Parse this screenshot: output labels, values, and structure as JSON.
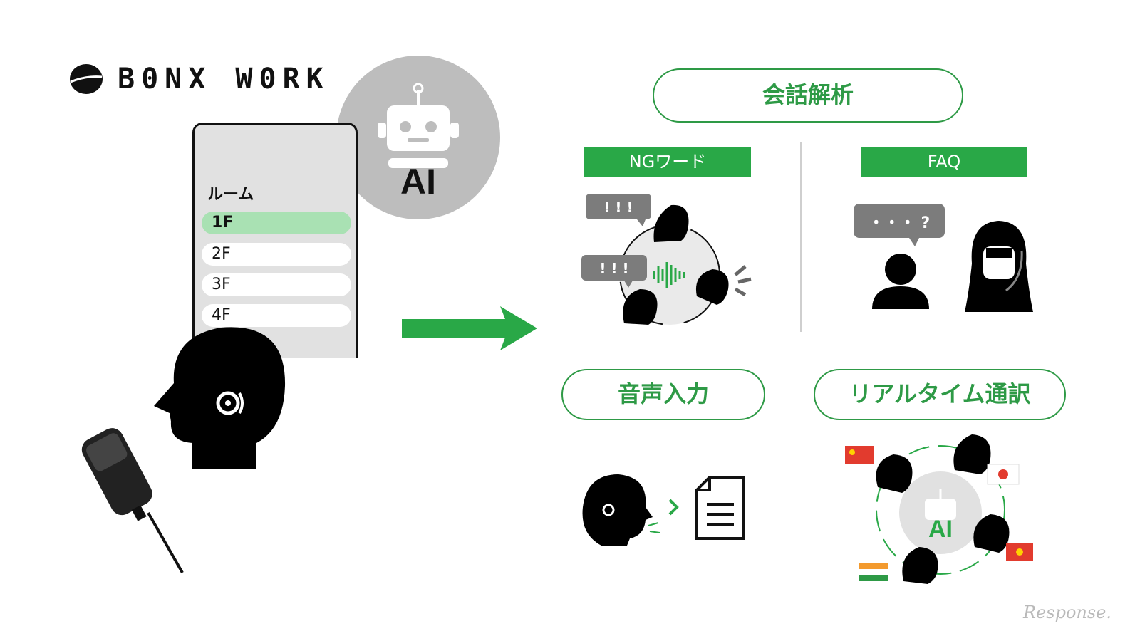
{
  "brand": {
    "name": "B0NX W0RK"
  },
  "device_screen": {
    "room_label": "ルーム",
    "rooms": [
      {
        "label": "1F",
        "active": true
      },
      {
        "label": "2F",
        "active": false
      },
      {
        "label": "3F",
        "active": false
      },
      {
        "label": "4F",
        "active": false
      }
    ]
  },
  "ai_badge": {
    "label": "AI"
  },
  "features": {
    "analysis_title": "会話解析",
    "ng_word": {
      "label": "NGワード",
      "bubble1": "! ! !",
      "bubble2": "! ! !"
    },
    "faq": {
      "label": "FAQ",
      "bubble": "・・・ ?"
    },
    "voice_input": {
      "label": "音声入力"
    },
    "realtime_translation": {
      "label": "リアルタイム通訳",
      "ai_label": "AI"
    }
  },
  "watermark": "Response.",
  "colors": {
    "green": "#29a847",
    "green_outline": "#2e9a46",
    "light_green": "#a9e1b3",
    "gray_circle": "#bdbdbd",
    "bubble_gray": "#7c7c7c"
  }
}
